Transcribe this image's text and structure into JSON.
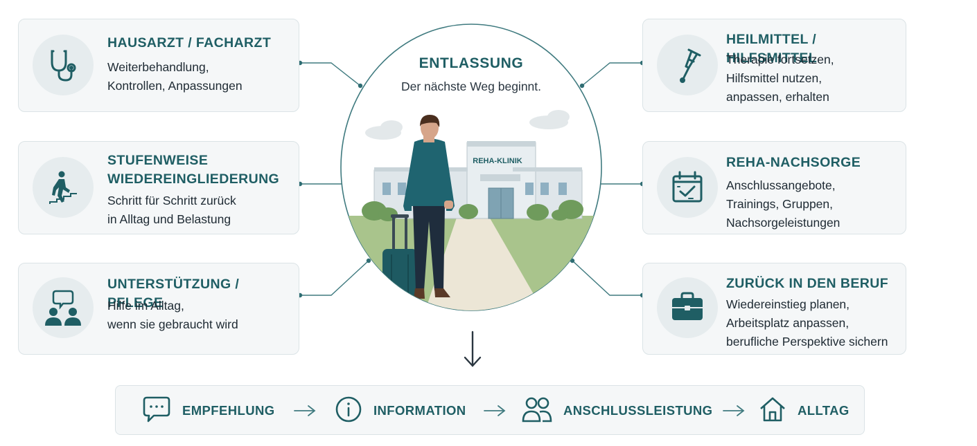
{
  "center": {
    "title": "ENTLASSUNG",
    "subtitle": "Der nächste Weg beginnt.",
    "building_sign": "REHA-KLINIK"
  },
  "left_cards": [
    {
      "title": "HAUSARZT / FACHARZT",
      "lines": [
        "Weiterbehandlung,",
        "Kontrollen, Anpassungen"
      ],
      "icon": "stethoscope-icon"
    },
    {
      "title_lines": [
        "STUFENWEISE",
        "WIEDEREINGLIEDERUNG"
      ],
      "lines": [
        "Schritt für Schritt zurück",
        "in Alltag und Belastung"
      ],
      "icon": "stairs-walking-icon"
    },
    {
      "title": "UNTERSTÜTZUNG / PFLEGE",
      "lines": [
        "Hilfe im Alltag,",
        "wenn sie gebraucht wird"
      ],
      "icon": "people-support-icon"
    }
  ],
  "right_cards": [
    {
      "title": "HEILMITTEL / HILFSMITTEL",
      "lines": [
        "Therapie fortsetzen,",
        "Hilfsmittel nutzen,",
        "anpassen, erhalten"
      ],
      "icon": "crutch-icon"
    },
    {
      "title": "REHA-NACHSORGE",
      "lines": [
        "Anschlussangebote,",
        "Trainings, Gruppen,",
        "Nachsorgeleistungen"
      ],
      "icon": "calendar-check-icon"
    },
    {
      "title": "ZURÜCK IN DEN BERUF",
      "lines": [
        "Wiedereinstieg planen,",
        "Arbeitsplatz anpassen,",
        "berufliche Perspektive sichern"
      ],
      "icon": "briefcase-icon"
    }
  ],
  "flow": [
    {
      "label": "EMPFEHLUNG",
      "icon": "chat-bubble-icon"
    },
    {
      "label": "INFORMATION",
      "icon": "info-icon"
    },
    {
      "label": "ANSCHLUSSLEISTUNG",
      "icon": "people-icon"
    },
    {
      "label": "ALLTAG",
      "icon": "home-icon"
    }
  ],
  "colors": {
    "accent": "#1f5e64",
    "card_bg": "#f5f7f8",
    "card_border": "#dbe3e6",
    "icon_bg": "#e6ecee",
    "line": "#2f6d73"
  }
}
